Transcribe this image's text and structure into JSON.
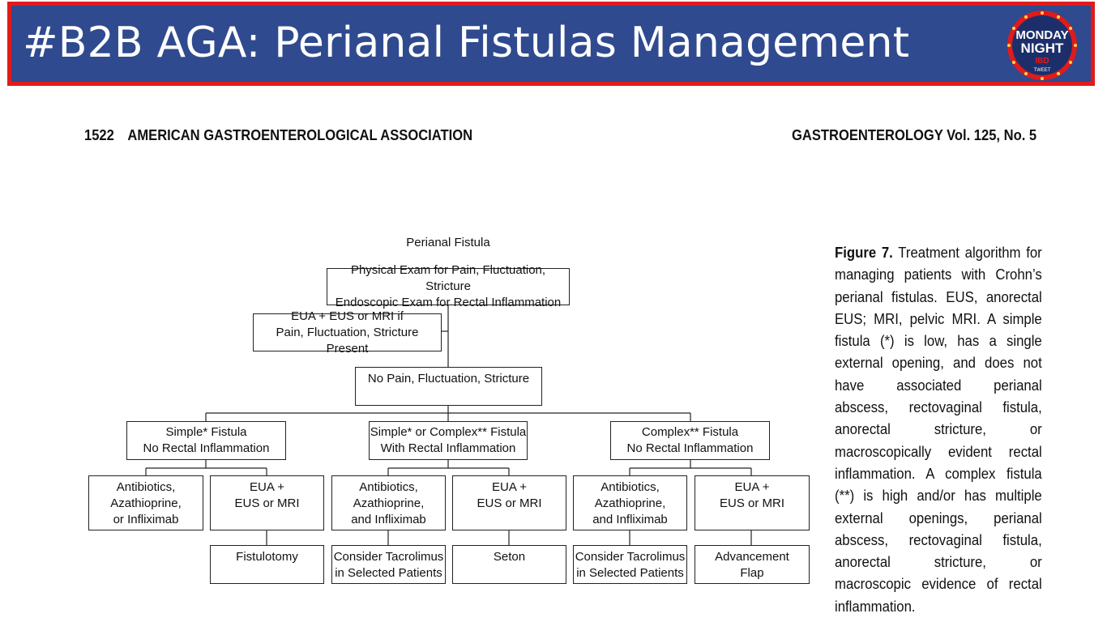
{
  "slide": {
    "title": "#B2B AGA: Perianal Fistulas Management",
    "logo": {
      "icon": "monday-night-ibd-logo",
      "line1": "MONDAY",
      "line2": "NIGHT",
      "line3": "IBD",
      "line4": "TWEET",
      "colors": {
        "ring": "#e01b1b",
        "face": "#1c2f6b",
        "text": "#ffffff"
      }
    },
    "colors": {
      "title_bg": "#2f4a8f",
      "title_border": "#e01b1b",
      "title_text": "#ffffff"
    }
  },
  "journal_header": {
    "page": "1522",
    "association": "AMERICAN GASTROENTEROLOGICAL ASSOCIATION",
    "journal": "GASTROENTEROLOGY Vol. 125, No. 5"
  },
  "flowchart": {
    "root": "Perianal Fistula",
    "exam": "Physical Exam for Pain, Fluctuation, Stricture\nEndoscopic Exam for Rectal Inflammation",
    "eua_present": "EUA + EUS or MRI if\nPain, Fluctuation, Stricture Present",
    "no_pain": "No Pain, Fluctuation, Stricture",
    "branches": [
      {
        "category": "Simple* Fistula\nNo Rectal Inflammation",
        "left": "Antibiotics,\nAzathioprine,\nor Infliximab",
        "right": "EUA +\nEUS or MRI",
        "bottom_right": "Fistulotomy"
      },
      {
        "category": "Simple* or Complex** Fistula\nWith Rectal Inflammation",
        "left": "Antibiotics,\nAzathioprine,\nand Infliximab",
        "right": "EUA +\nEUS or MRI",
        "bottom_left": "Consider Tacrolimus\nin Selected Patients",
        "bottom_right": "Seton"
      },
      {
        "category": "Complex** Fistula\nNo Rectal Inflammation",
        "left": "Antibiotics,\nAzathioprine,\nand Infliximab",
        "right": "EUA +\nEUS or MRI",
        "bottom_left": "Consider Tacrolimus\nin Selected Patients",
        "bottom_right": "Advancement\nFlap"
      }
    ]
  },
  "caption": {
    "label": "Figure 7.",
    "text": "Treatment algorithm for managing patients with Crohn’s perianal fistulas. EUS, anorectal EUS; MRI, pelvic MRI. A simple fistula (*) is low, has a single external opening, and does not have associated perianal abscess, rectovaginal fistula, anorectal stricture, or macroscopically evident rectal inflammation. A complex fistula (**) is high and/or has multiple external openings, perianal abscess, rectovaginal fistula, anorectal stricture, or macroscopic evidence of rectal inflammation."
  }
}
